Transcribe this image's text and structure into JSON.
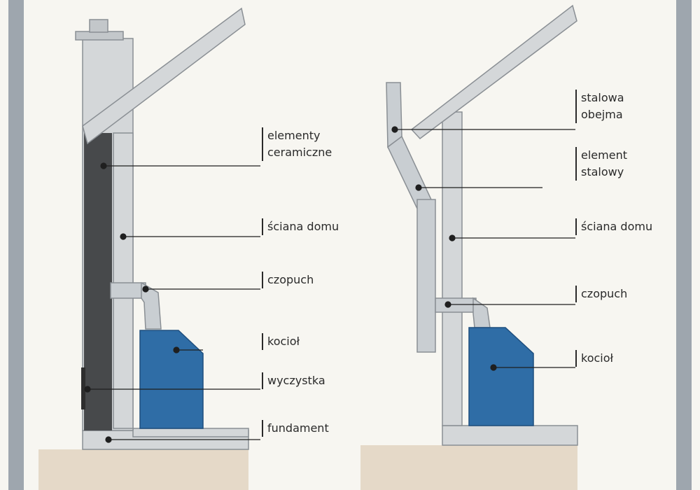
{
  "colors": {
    "frame": "#9ea6ae",
    "wall": "#d4d7d9",
    "wall_stroke": "#8a8f94",
    "ceramic": "#47494b",
    "boiler": "#2f6da6",
    "pipe": "#c9ced2",
    "ground": "#e5d9c8",
    "leader": "#1f1f1f"
  },
  "left_diagram": {
    "labels": {
      "ceramic": [
        "elementy",
        "ceramiczne"
      ],
      "wall": "ściana domu",
      "flue": "czopuch",
      "boiler": "kocioł",
      "cleanout": "wyczystka",
      "foundation": "fundament"
    }
  },
  "right_diagram": {
    "labels": {
      "clamp": [
        "stalowa",
        "obejma"
      ],
      "steel_element": [
        "element",
        "stalowy"
      ],
      "wall": "ściana domu",
      "flue": "czopuch",
      "boiler": "kocioł"
    }
  }
}
